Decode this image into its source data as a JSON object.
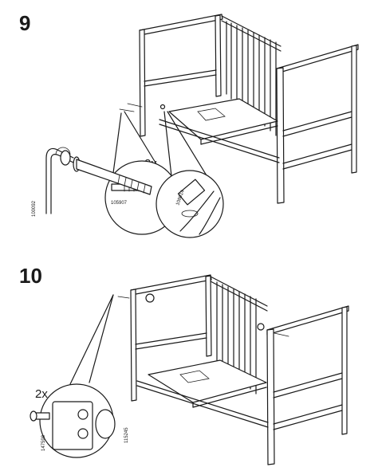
{
  "step9": {
    "number": "9",
    "count": "2x",
    "parts": {
      "allen_key": "100092",
      "bolt": "105907",
      "barrel_nut": "108014"
    }
  },
  "step10": {
    "number": "10",
    "count": "2x",
    "parts": {
      "screw": "147598",
      "cap": "115245"
    }
  }
}
